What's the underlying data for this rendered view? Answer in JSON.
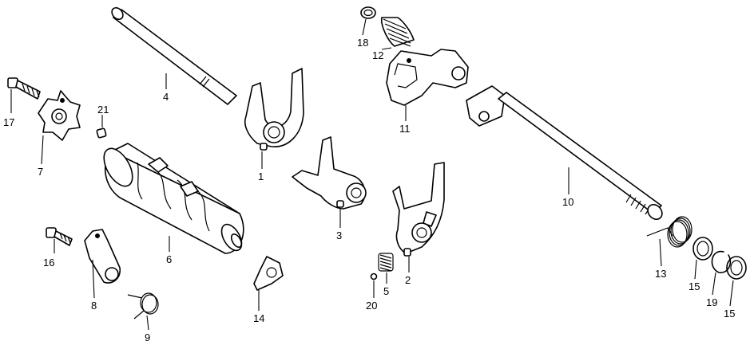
{
  "callouts": {
    "c1": "1",
    "c2": "2",
    "c3": "3",
    "c4": "4",
    "c5": "5",
    "c6": "6",
    "c7": "7",
    "c8": "8",
    "c9": "9",
    "c10": "10",
    "c11": "11",
    "c12": "12",
    "c13": "13",
    "c14": "14",
    "c15a": "15",
    "c15b": "15",
    "c16": "16",
    "c17": "17",
    "c18": "18",
    "c19": "19",
    "c20": "20",
    "c21": "21"
  }
}
